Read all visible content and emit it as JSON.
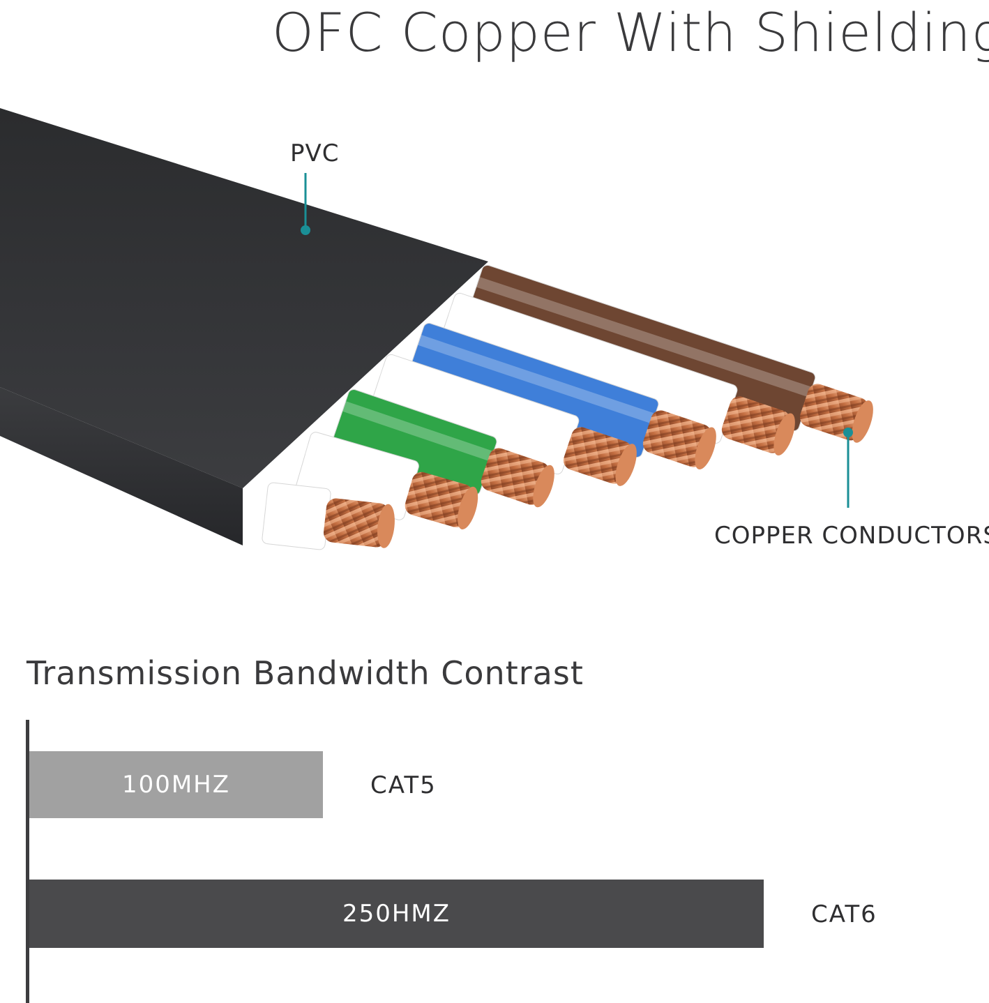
{
  "title": "OFC Copper With Shielding",
  "callouts": {
    "pvc": "PVC",
    "copper": "COPPER CONDUCTORS"
  },
  "colors": {
    "accent": "#1a8f96",
    "jacket": "#2f3032",
    "copper": "#c9774a",
    "wire_colors": [
      "#ffffff",
      "#ffffff",
      "#2fa548",
      "#ffffff",
      "#3f7fd9",
      "#ffffff",
      "#6e4632"
    ]
  },
  "chart_data": {
    "type": "bar",
    "title": "Transmission Bandwidth Contrast",
    "orientation": "horizontal",
    "categories": [
      "CAT5",
      "CAT6"
    ],
    "values": [
      100,
      250
    ],
    "unit": "MHz",
    "bar_labels": [
      "100MHZ",
      "250HMZ"
    ],
    "bar_colors": [
      "#a1a1a1",
      "#4a4a4c"
    ],
    "xlim": [
      0,
      250
    ]
  }
}
